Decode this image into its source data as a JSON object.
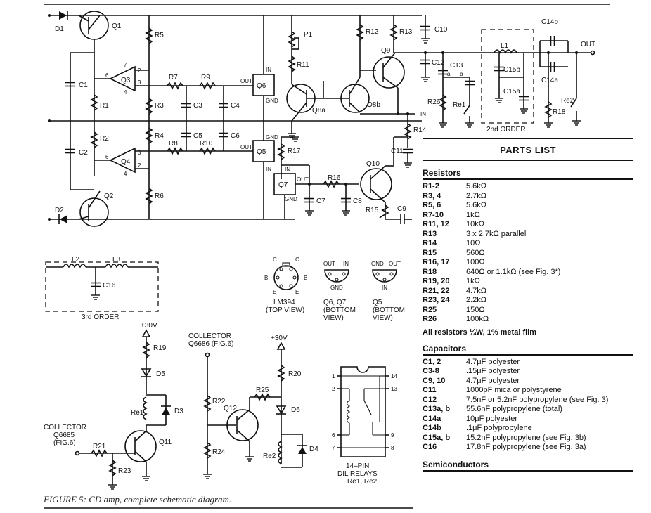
{
  "caption": "FIGURE 5: CD amp, complete schematic diagram.",
  "labels": {
    "D1": "D1",
    "Q1": "Q1",
    "R5": "R5",
    "P1": "P1",
    "R12": "R12",
    "R13": "R13",
    "C10": "C10",
    "C14b": "C14b",
    "OUT": "OUT",
    "L1": "L1",
    "Q9": "Q9",
    "C12": "C12",
    "C13": "C13",
    "a": "a",
    "b": "b",
    "C15b": "C15b",
    "C15a": "C15a",
    "C14a": "C14a",
    "R11": "R11",
    "C1": "C1",
    "Q3": "Q3",
    "R7": "R7",
    "R9": "R9",
    "Q6": "Q6",
    "IN": "IN",
    "GND": "GND",
    "R1": "R1",
    "R3": "R3",
    "C3": "C3",
    "C4": "C4",
    "Q8a": "Q8a",
    "Q8b": "Q8b",
    "R26": "R26",
    "Re1": "Re1",
    "R18": "R18",
    "Re2": "Re2",
    "order2": "2nd ORDER",
    "R2": "R2",
    "R4": "R4",
    "C5": "C5",
    "C6": "C6",
    "R14": "R14",
    "C2": "C2",
    "Q4": "Q4",
    "R8": "R8",
    "R10": "R10",
    "Q5": "Q5",
    "R17": "R17",
    "C11": "C11",
    "Q7": "Q7",
    "R16": "R16",
    "Q10": "Q10",
    "R6": "R6",
    "C7": "C7",
    "C8": "C8",
    "Q2": "Q2",
    "D2": "D2",
    "R15": "R15",
    "C9": "C9",
    "L2": "L2",
    "L3": "L3",
    "C16": "C16",
    "order3": "3rd ORDER",
    "p6": "6",
    "p7": "7",
    "p2": "2",
    "p3": "3",
    "p4": "4",
    "lm394": "LM394",
    "topview": "(TOP VIEW)",
    "q6q7": "Q6, Q7",
    "q5": "Q5",
    "bottomview": "(BOTTOM",
    "view": "VIEW)",
    "pinC": "C",
    "pinB": "B",
    "pinE": "E",
    "pout": "OUT",
    "pin": "IN",
    "pgnd": "GND",
    "p30v": "+30V",
    "R19": "R19",
    "D5": "D5",
    "D3": "D3",
    "collector": "COLLECTOR",
    "q6686": "Q6686 (FIG.6)",
    "q6685": "Q6685",
    "fig6": "(FIG.6)",
    "R21": "R21",
    "R23": "R23",
    "Q11": "Q11",
    "R22": "R22",
    "R24": "R24",
    "R25": "R25",
    "R20": "R20",
    "D6": "D6",
    "D4": "D4",
    "Q12": "Q12",
    "pin1": "1",
    "pin2": "2",
    "pin6": "6",
    "pin7": "7",
    "pin14": "14",
    "pin13": "13",
    "pin9": "9",
    "pin8": "8",
    "relay1": "14–PIN",
    "relay2": "DIL RELAYS",
    "relay3": "Re1, Re2"
  },
  "parts": {
    "title": "PARTS LIST",
    "resistors_title": "Resistors",
    "resistors": [
      {
        "k": "R1-2",
        "v": "5.6kΩ"
      },
      {
        "k": "R3, 4",
        "v": "2.7kΩ"
      },
      {
        "k": "R5, 6",
        "v": "5.6kΩ"
      },
      {
        "k": "R7-10",
        "v": "1kΩ"
      },
      {
        "k": "R11, 12",
        "v": "10kΩ"
      },
      {
        "k": "R13",
        "v": "3 x 2.7kΩ parallel"
      },
      {
        "k": "R14",
        "v": "10Ω"
      },
      {
        "k": "R15",
        "v": "560Ω"
      },
      {
        "k": "R16, 17",
        "v": "100Ω"
      },
      {
        "k": "R18",
        "v": "640Ω or 1.1kΩ (see Fig. 3*)"
      },
      {
        "k": "R19, 20",
        "v": "1kΩ"
      },
      {
        "k": "R21, 22",
        "v": "4.7kΩ"
      },
      {
        "k": "R23, 24",
        "v": "2.2kΩ"
      },
      {
        "k": "R25",
        "v": "150Ω"
      },
      {
        "k": "R26",
        "v": "100kΩ"
      }
    ],
    "resistor_note": "All resistors ¼W, 1% metal film",
    "capacitors_title": "Capacitors",
    "capacitors": [
      {
        "k": "C1, 2",
        "v": "4.7μF polyester"
      },
      {
        "k": "C3-8",
        "v": ".15μF polyester"
      },
      {
        "k": "C9, 10",
        "v": "4.7μF polyester"
      },
      {
        "k": "C11",
        "v": "1000pF mica or polystyrene"
      },
      {
        "k": "C12",
        "v": "7.5nF or 5.2nF polypropylene (see Fig. 3)"
      },
      {
        "k": "C13a, b",
        "v": "55.6nF polypropylene (total)"
      },
      {
        "k": "C14a",
        "v": "10μF polyester"
      },
      {
        "k": "C14b",
        "v": ".1μF polypropylene"
      },
      {
        "k": "C15a, b",
        "v": "15.2nF polypropylene (see Fig. 3b)"
      },
      {
        "k": "C16",
        "v": "17.8nF polypropylene (see Fig. 3a)"
      }
    ],
    "semis_title": "Semiconductors"
  }
}
